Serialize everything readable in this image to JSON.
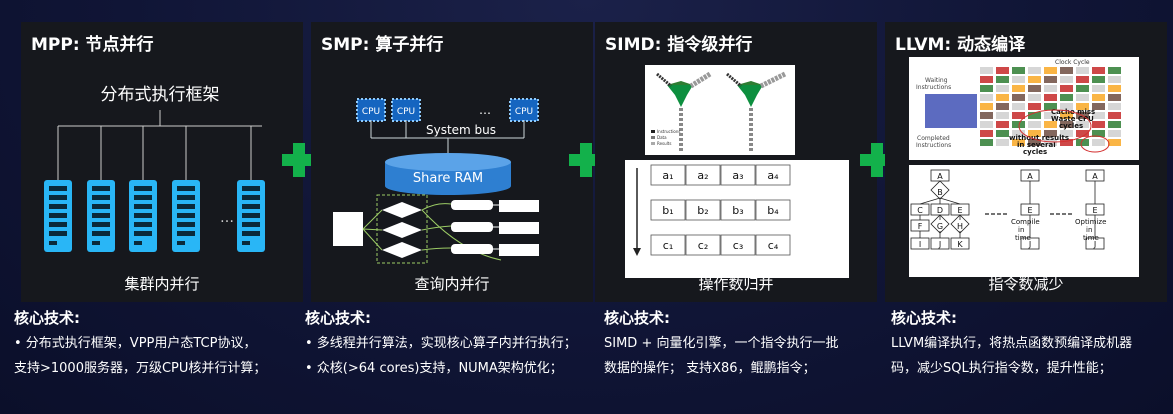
{
  "panels": [
    {
      "title": "MPP: 节点并行",
      "caption": "集群内并行",
      "diagram_label": "分布式执行框架"
    },
    {
      "title": "SMP: 算子并行",
      "caption": "查询内并行",
      "cpu_label": "CPU",
      "bus_label": "System bus",
      "ram_label": "Share RAM"
    },
    {
      "title": "SIMD: 指令级并行",
      "caption": "操作数归并",
      "matrix": [
        [
          "a₁",
          "a₂",
          "a₃",
          "a₄"
        ],
        [
          "b₁",
          "b₂",
          "b₃",
          "b₄"
        ],
        [
          "c₁",
          "c₂",
          "c₃",
          "c₄"
        ]
      ],
      "legend": [
        "Instructions",
        "Data",
        "Results"
      ]
    },
    {
      "title": "LLVM:  动态编译",
      "caption": "指令数减少",
      "chart_labels": {
        "clock_cycle": "Clock Cycle",
        "waiting": "Waiting\nInstructions",
        "completed": "Completed\nInstructions",
        "cache_miss": "Cache miss\nWaste CPU\ncycles",
        "without_results": "without results\nin several\ncycles",
        "compile": "Compile\nin\ntime",
        "optimize": "Optimize\nin\ntime"
      }
    }
  ],
  "descriptions": [
    {
      "heading": "核心技术:",
      "lines": [
        "• 分布式执行框架，VPP用户态TCP协议，",
        "   支持>1000服务器，万级CPU核并行计算；"
      ]
    },
    {
      "heading": "核心技术:",
      "lines": [
        "• 多线程并行算法，实现核心算子内并行执行；",
        "• 众核(>64 cores)支持，NUMA架构优化；"
      ]
    },
    {
      "heading": "核心技术:",
      "lines": [
        "SIMD + 向量化引擎，一个指令执行一批",
        "数据的操作；  支持X86，鲲鹏指令；"
      ]
    },
    {
      "heading": "核心技术:",
      "lines": [
        "LLVM编译执行，将热点函数预编译成机器",
        "码，减少SQL执行指令数，提升性能；"
      ]
    }
  ],
  "colors": {
    "plus": "#13b14b",
    "server": "#29b6f6",
    "cpu": "#1565c0",
    "ram": "#2e7fd1"
  }
}
